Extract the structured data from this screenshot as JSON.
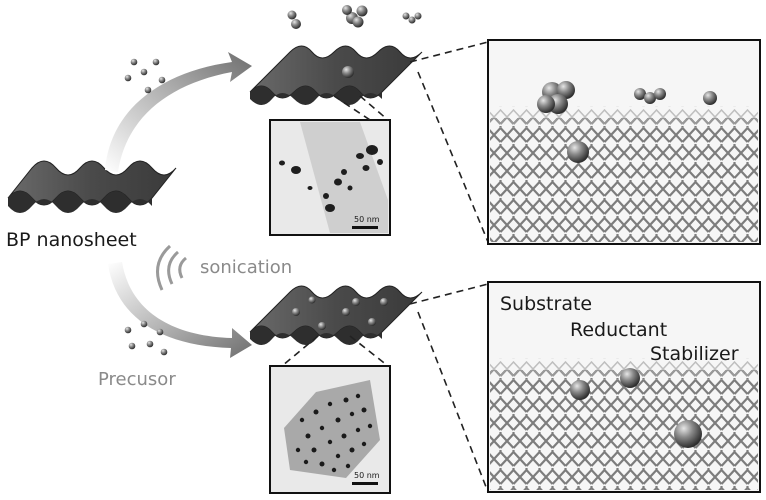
{
  "labels": {
    "bp_nanosheet": "BP nanosheet",
    "sonication": "sonication",
    "precursor": "Precusor",
    "substrate": "Substrate",
    "reductant": "Reductant",
    "stabilizer": "Stabilizer"
  },
  "scale_bars": {
    "top": "50 nm",
    "bottom": "50 nm"
  },
  "colors": {
    "sheet": "#4a4a4a",
    "sheet_edge": "#2a2a2a",
    "lattice": "#8c8c8c",
    "sphere": "#6e6e6e",
    "arrow": "#7a7a7a"
  },
  "icons": {
    "sonication": "sound-wave-icon"
  }
}
